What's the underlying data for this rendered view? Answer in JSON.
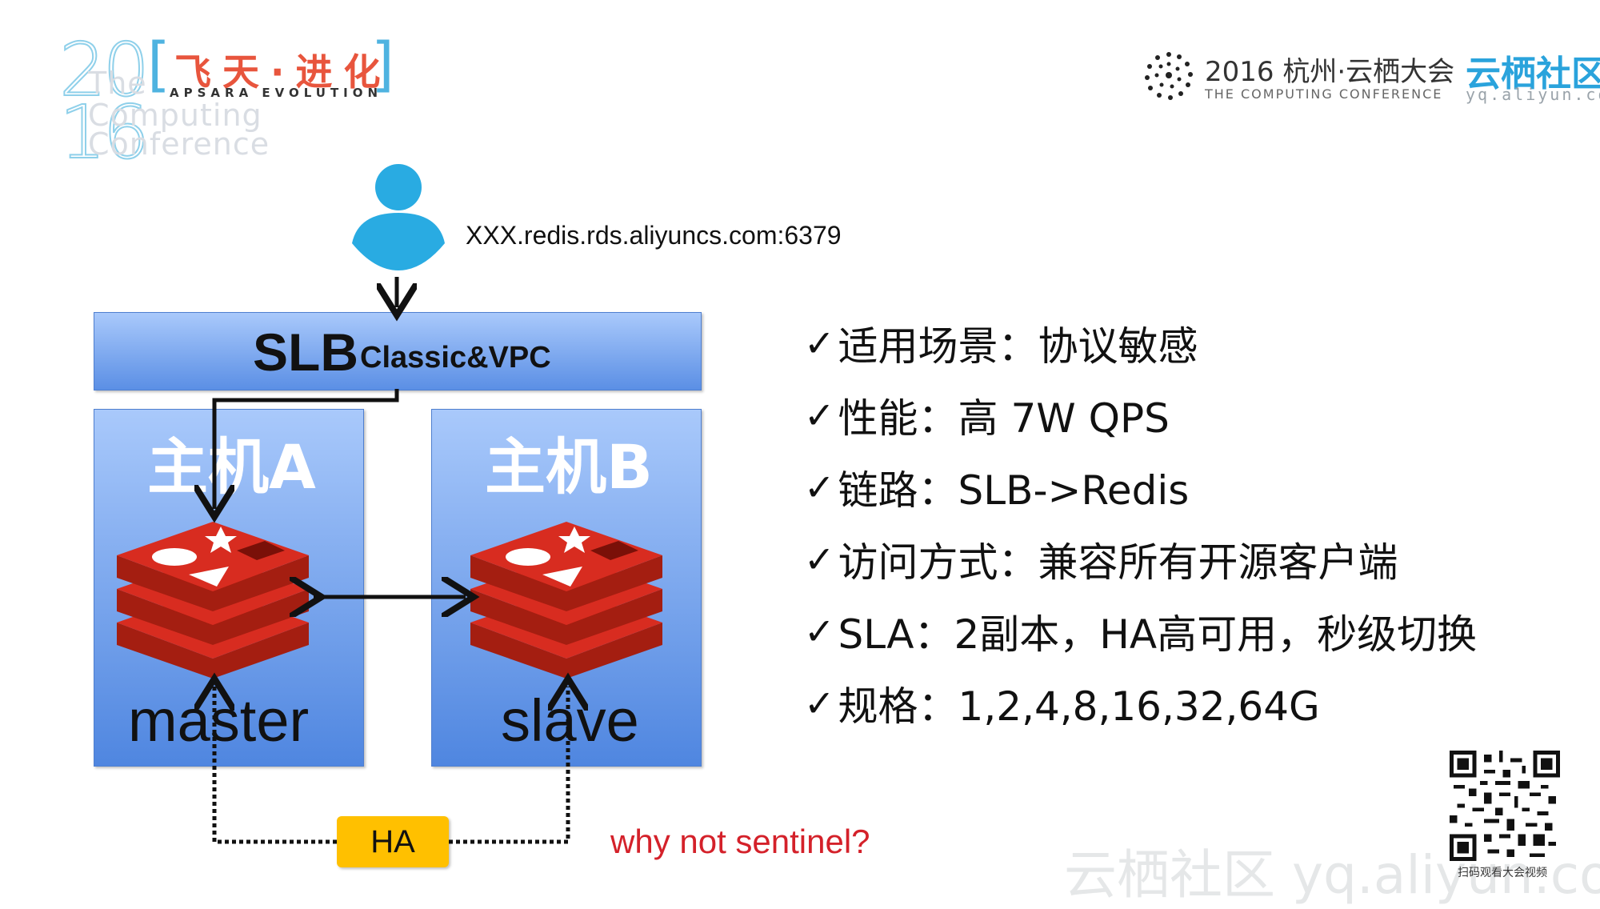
{
  "header": {
    "year_top": "20",
    "year_bottom": "16",
    "ghost_line1": "The",
    "ghost_line2": "Computing",
    "ghost_line3": "Conference",
    "event_title": "飞天·进化",
    "event_subtitle": "APSARA EVOLUTION",
    "conf_title": "2016 杭州·云栖大会",
    "conf_subtitle": "THE COMPUTING CONFERENCE",
    "community_name": "云栖社区",
    "community_url": "yq.aliyun.com"
  },
  "diagram": {
    "endpoint": "XXX.redis.rds.aliyuncs.com:6379",
    "slb_label": "SLB",
    "slb_sublabel": "Classic&VPC",
    "host_a": "主机A",
    "host_b": "主机B",
    "master_label": "master",
    "slave_label": "slave",
    "ha_label": "HA",
    "note": "why not sentinel?"
  },
  "bullets": [
    {
      "check": "✓",
      "text": "适用场景：协议敏感"
    },
    {
      "check": "✓",
      "text": "性能：高 7W QPS"
    },
    {
      "check": "✓",
      "text": "链路：SLB->Redis"
    },
    {
      "check": "✓",
      "text": "访问方式：兼容所有开源客户端"
    },
    {
      "check": "✓",
      "text": "SLA：2副本，HA高可用，秒级切换"
    },
    {
      "check": "✓",
      "text": "规格：1,2,4,8,16,32,64G"
    }
  ],
  "footer": {
    "qr_caption": "扫码观看大会视频",
    "watermark": "云栖社区 yq.aliyun.com"
  },
  "colors": {
    "box_gradient_top": "#a9c9fb",
    "box_gradient_bottom": "#4f86e0",
    "redis_red": "#c6302b",
    "ha_yellow": "#ffc000",
    "note_red": "#d4212a",
    "user_blue": "#29abe2"
  }
}
